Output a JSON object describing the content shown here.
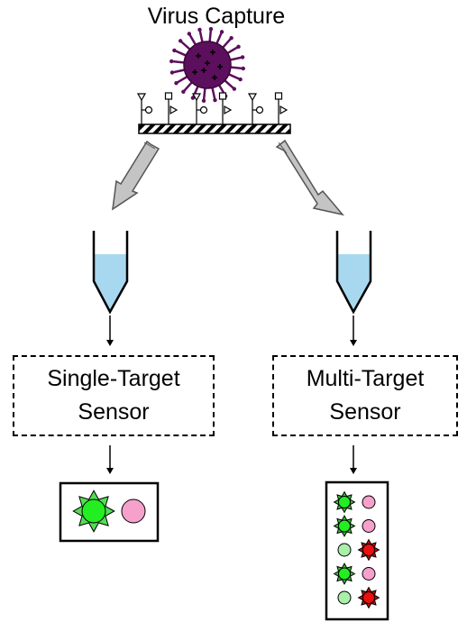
{
  "diagram": {
    "title": "Virus Capture",
    "left_branch": {
      "line1": "Single-Target",
      "line2": "Sensor"
    },
    "right_branch": {
      "line1": "Multi-Target",
      "line2": "Sensor"
    },
    "single_result": [
      "positive",
      "negative"
    ],
    "multi_result": [
      [
        "positive",
        "negative"
      ],
      [
        "positive",
        "negative"
      ],
      [
        "negative",
        "positive-red"
      ],
      [
        "positive",
        "negative"
      ],
      [
        "negative",
        "positive-red"
      ]
    ],
    "colors": {
      "virus": "#5c0f5c",
      "liquid": "#a8d8f0",
      "arrow_fill": "#c4c4c4",
      "positive_green": "#22ee22",
      "negative_pink": "#f6a0cc",
      "negative_green": "#a8f0a8",
      "positive_red": "#e81010"
    }
  }
}
